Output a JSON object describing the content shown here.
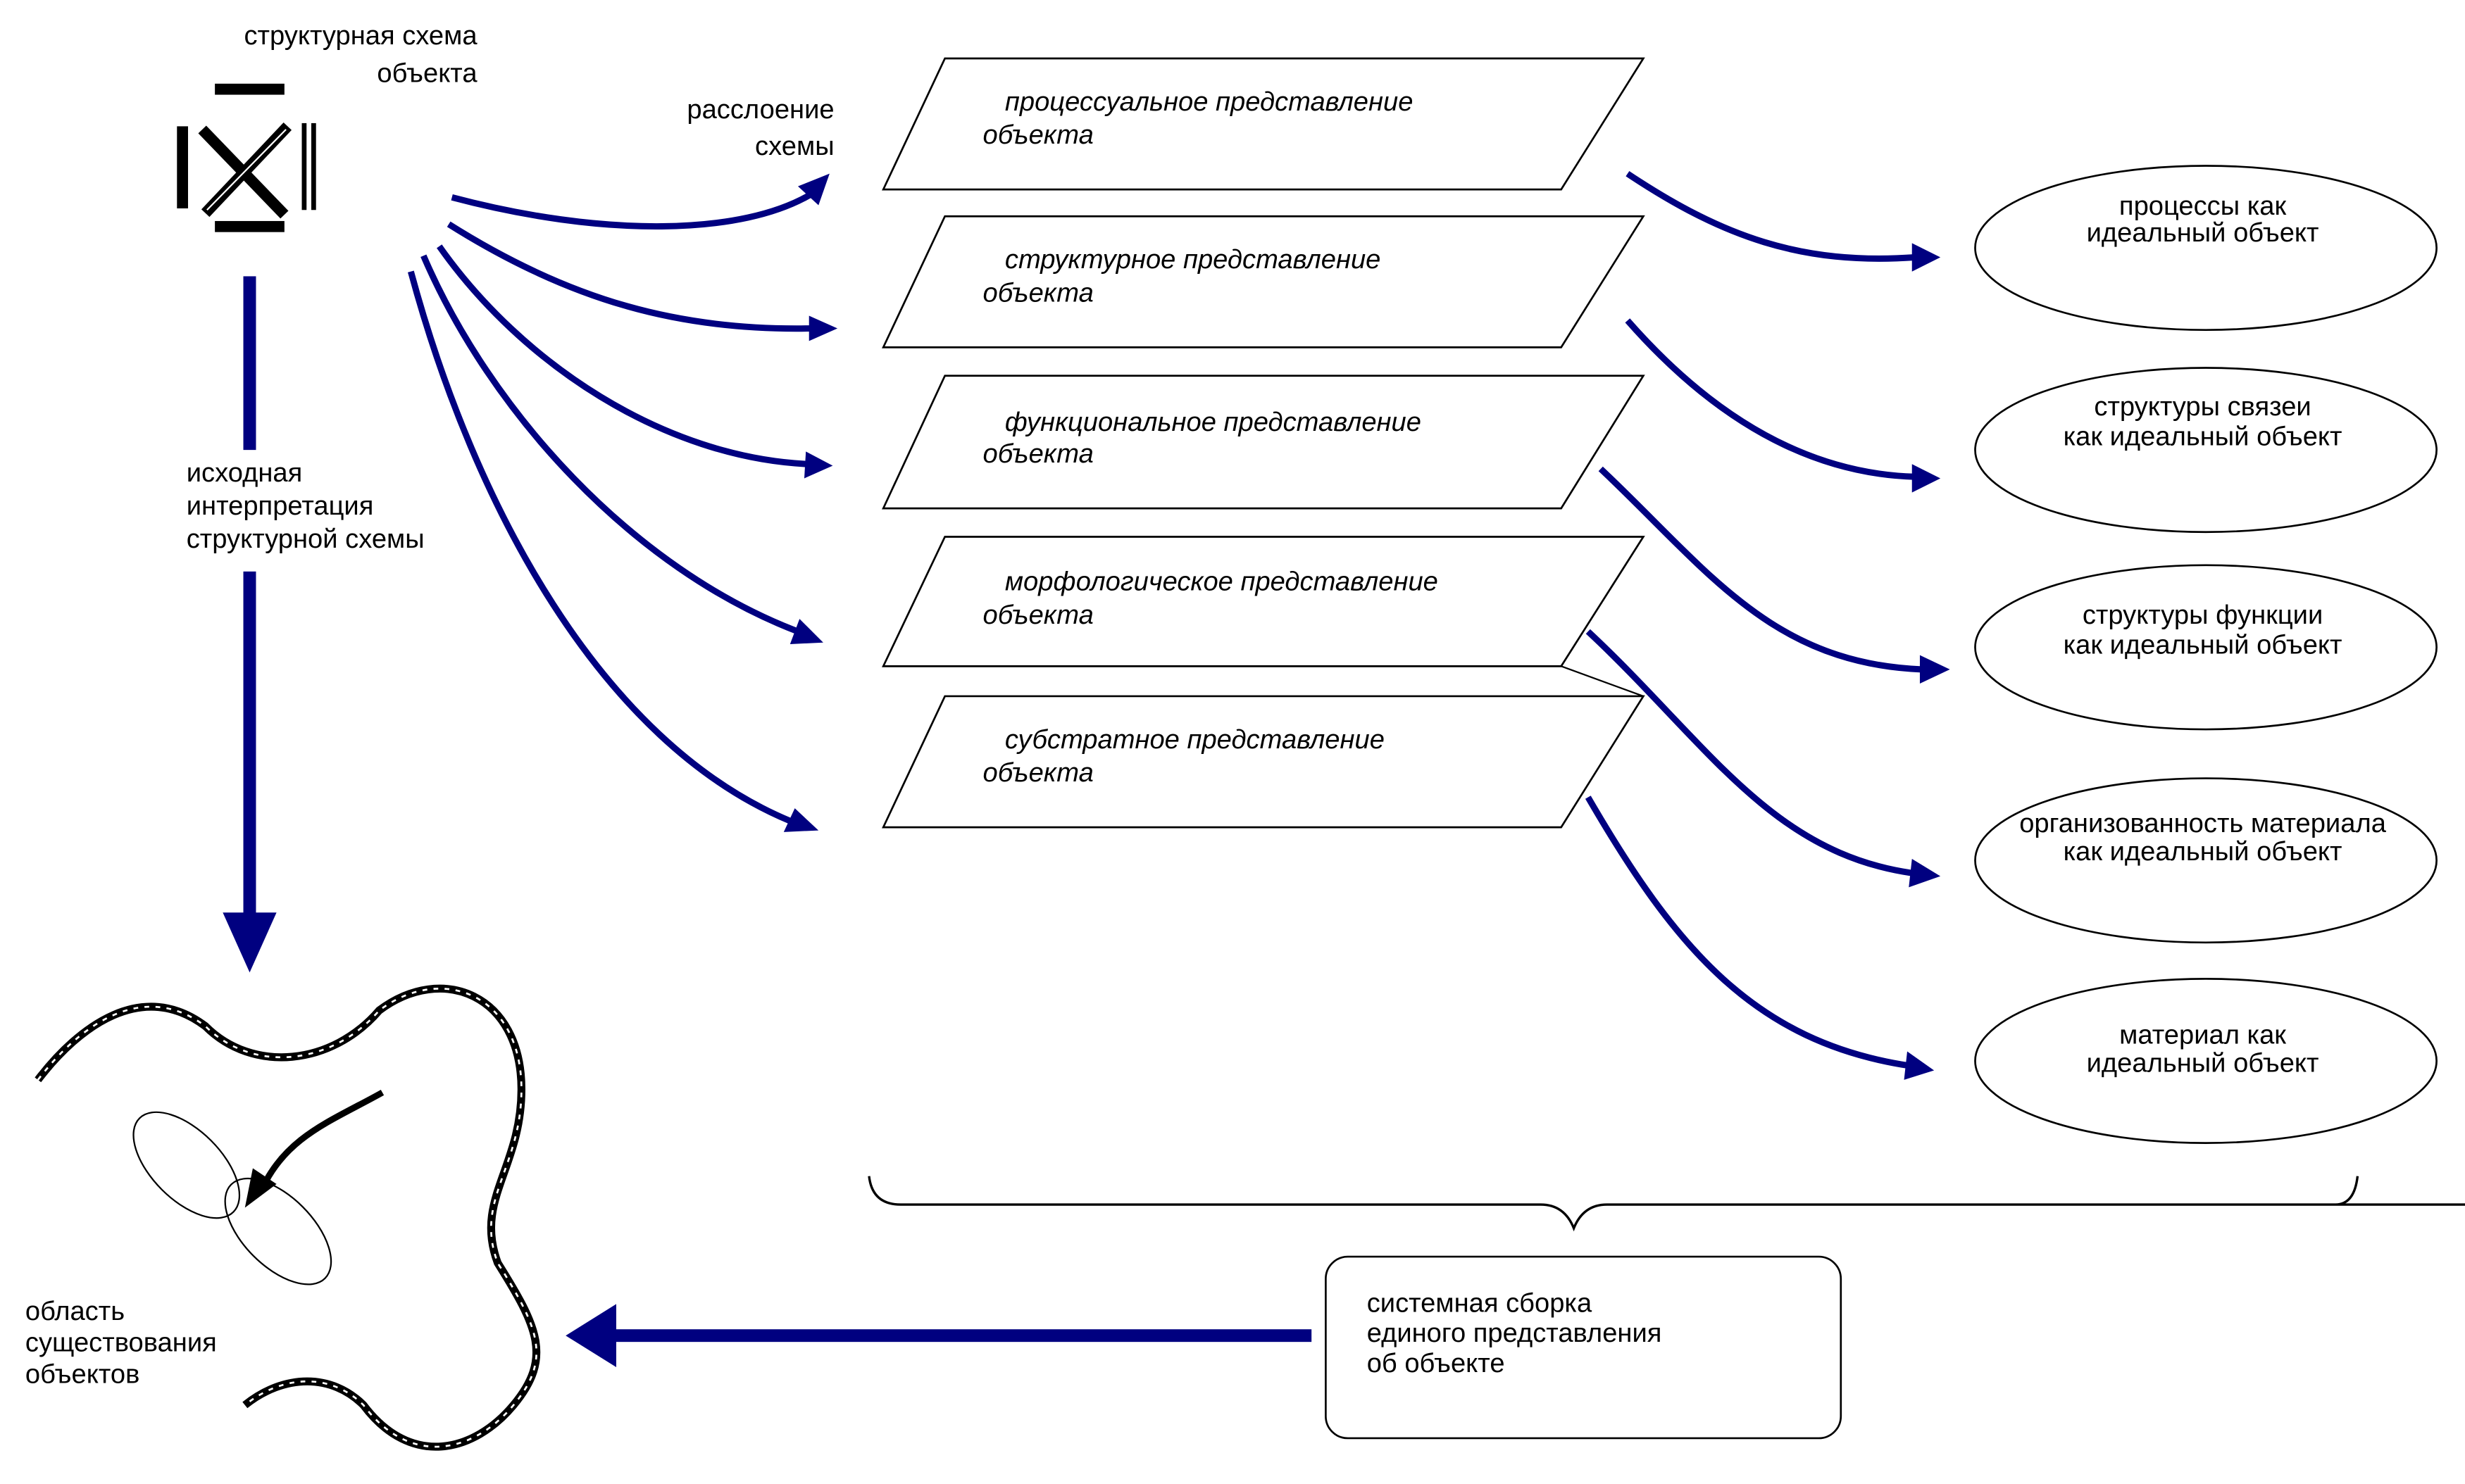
{
  "colors": {
    "arrow": "#000080",
    "ink": "#000000",
    "background": "#ffffff"
  },
  "source": {
    "title_line1": "структурная схема",
    "title_line2": "объекта",
    "icon": "structural-scheme-icon"
  },
  "stratification_label": {
    "line1": "расслоение",
    "line2": "схемы"
  },
  "interpretation_label": {
    "line1": "исходная",
    "line2": "интерпретация",
    "line3": "структурной схемы"
  },
  "representations": [
    {
      "line1": "процессуальное представление",
      "line2": "объекта"
    },
    {
      "line1": "структурное представление",
      "line2": "объекта"
    },
    {
      "line1": "функциональное представление",
      "line2": "объекта"
    },
    {
      "line1": "морфологическое представление",
      "line2": "объекта"
    },
    {
      "line1": "субстратное представление",
      "line2": "объекта"
    }
  ],
  "ideal_objects": [
    {
      "line1": "процессы как",
      "line2": "идеальный объект"
    },
    {
      "line1": "структуры связеи",
      "line2": "как идеальный объект"
    },
    {
      "line1": "структуры функции",
      "line2": "как идеальный объект"
    },
    {
      "line1": "организованность материала",
      "line2": "как идеальный объект"
    },
    {
      "line1": "материал как",
      "line2": "идеальный объект"
    }
  ],
  "assembly": {
    "line1": "системная сборка",
    "line2": "единого представления",
    "line3": "об объекте"
  },
  "domain_label": {
    "line1": "область",
    "line2": "существования",
    "line3": "объектов"
  }
}
